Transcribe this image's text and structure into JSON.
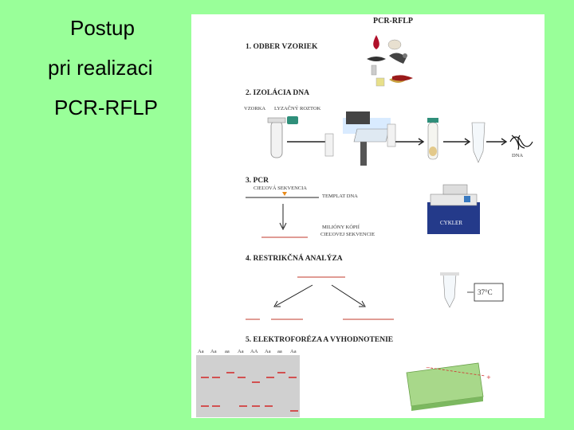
{
  "left_title": {
    "line1": "Postup",
    "line2": "pri realizaci",
    "line3": "PCR-RFLP"
  },
  "panel": {
    "title": "PCR-RFLP",
    "step1": "1. ODBER VZORIEK",
    "step2": "2. IZOLÁCIA DNA",
    "step2_vzorka": "VZORKA",
    "step2_lyzacny": "LYZAČNÝ ROZTOK",
    "step2_dna": "DNA",
    "step3": "3. PCR",
    "step3_cielova": "CIEĽOVÁ SEKVENCIA",
    "step3_templat": "TEMPLAT DNA",
    "step3_miliony1": "MILIÓNY KÓPIÍ",
    "step3_miliony2": "CIEĽOVEJ SEKVENCIE",
    "step3_cykler": "CYKLER",
    "step4": "4. RESTRIKČNÁ ANALÝZA",
    "step4_temp": "37°C",
    "step5": "5. ELEKTROFORÉZA A VYHODNOTENIE",
    "gel_labels": [
      "Aa",
      "Aa",
      "aa",
      "Aa",
      "AA",
      "Aa",
      "aa",
      "Aa"
    ]
  }
}
